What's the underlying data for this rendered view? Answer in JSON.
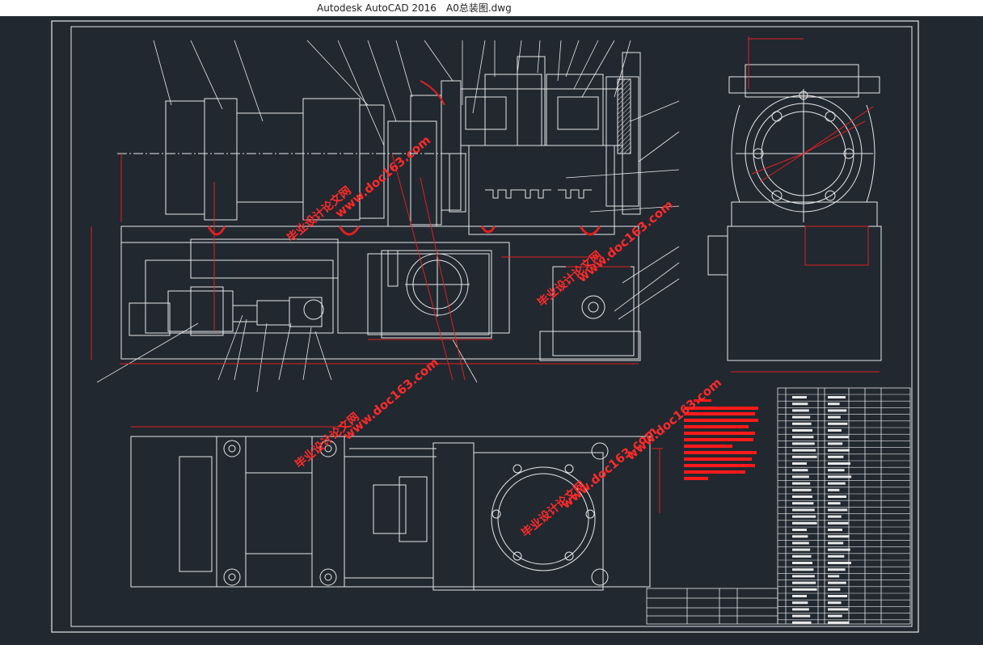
{
  "window": {
    "app_name": "Autodesk AutoCAD 2016",
    "document": "A0总装图.dwg"
  },
  "drawing": {
    "watermark_text_en": "www.doc163.com",
    "watermark_text_cn": "毕业设计论文网",
    "colors": {
      "background": "#212830",
      "line": "#e8e8e8",
      "dimension": "#e02020",
      "highlight": "#ff0000",
      "watermark": "#ff2a2a"
    }
  }
}
